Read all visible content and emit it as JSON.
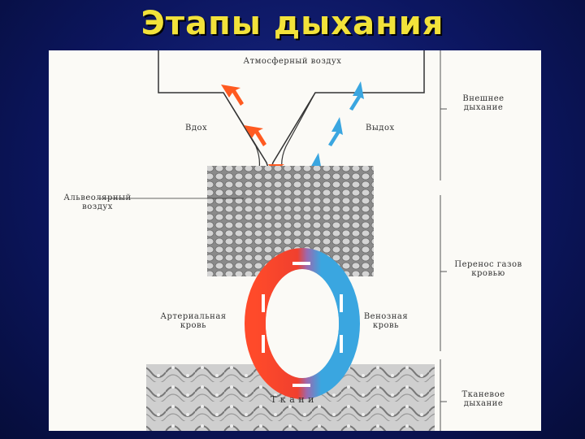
{
  "title": "Этапы дыхания",
  "diagram": {
    "atmospheric_air": "Атмосферный воздух",
    "inhale": "Вдох",
    "exhale": "Выдох",
    "alveolar_air": [
      "Альвеолярный",
      "воздух"
    ],
    "arterial_blood": [
      "Артериальная",
      "кровь"
    ],
    "venous_blood": [
      "Венозная",
      "кровь"
    ],
    "tissues": "Т к а н и",
    "stage_external": [
      "Внешнее",
      "дыхание"
    ],
    "stage_transport": [
      "Перенос газов",
      "кровью"
    ],
    "stage_tissue": [
      "Тканевое",
      "дыхание"
    ]
  },
  "colors": {
    "title": "#f2e23a",
    "arterial": "#ff4a2a",
    "venous": "#3aa6e0",
    "background": "#0c1660"
  }
}
